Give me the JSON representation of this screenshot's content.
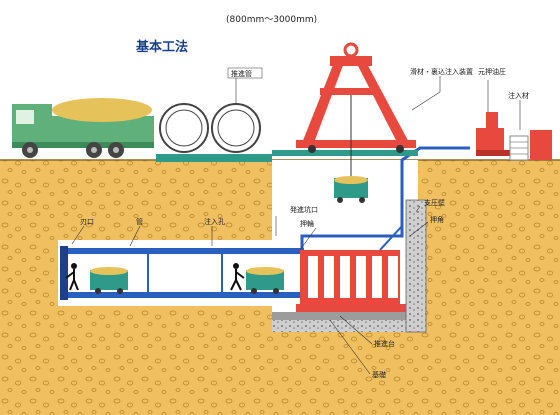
{
  "range_text": "(800mm～3000mm)",
  "title": "基本工法",
  "labels": {
    "jacking_pipe": "推進管",
    "lubricant": "滑材・裏込注入装置",
    "hydraulic": "元押油圧",
    "injection_material": "注入材",
    "blade": "刃口",
    "pipe": "管",
    "injection_hole": "注入孔",
    "launch_port": "発進坑口",
    "push_ring": "押輪",
    "reaction_wall": "支圧壁",
    "strut": "押角",
    "jacking_base": "推進台",
    "foundation": "基礎"
  },
  "colors": {
    "soil": "#f0c060",
    "pipe_blue": "#2a5fbf",
    "frame_red": "#e8493f",
    "deck": "#2f9a8a",
    "truck": "#5fb07a",
    "title": "#1b3f8b"
  },
  "icons": [
    "dump-truck-icon",
    "crane-gantry-icon",
    "worker-icon",
    "muck-cart-icon",
    "hydraulic-pump-icon"
  ]
}
